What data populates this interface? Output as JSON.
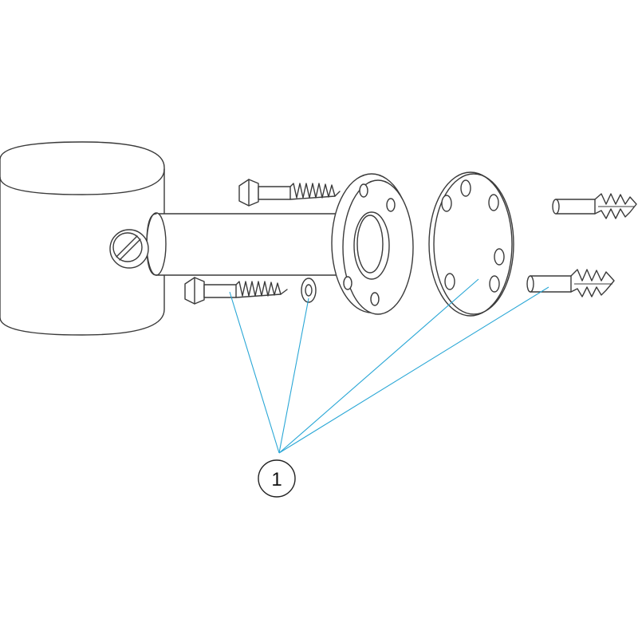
{
  "callout": {
    "label": "1"
  },
  "colors": {
    "leader_line": "#2aa7d6",
    "outline": "#3a3a3a",
    "background": "#ffffff"
  },
  "parts": [
    "cylindrical-holder",
    "slotted-set-screw",
    "rod",
    "mounting-flange",
    "hex-head-lag-screw-upper",
    "hex-head-lag-screw-lower",
    "washer",
    "wall-plate",
    "wall-plug-upper",
    "wall-plug-lower"
  ]
}
